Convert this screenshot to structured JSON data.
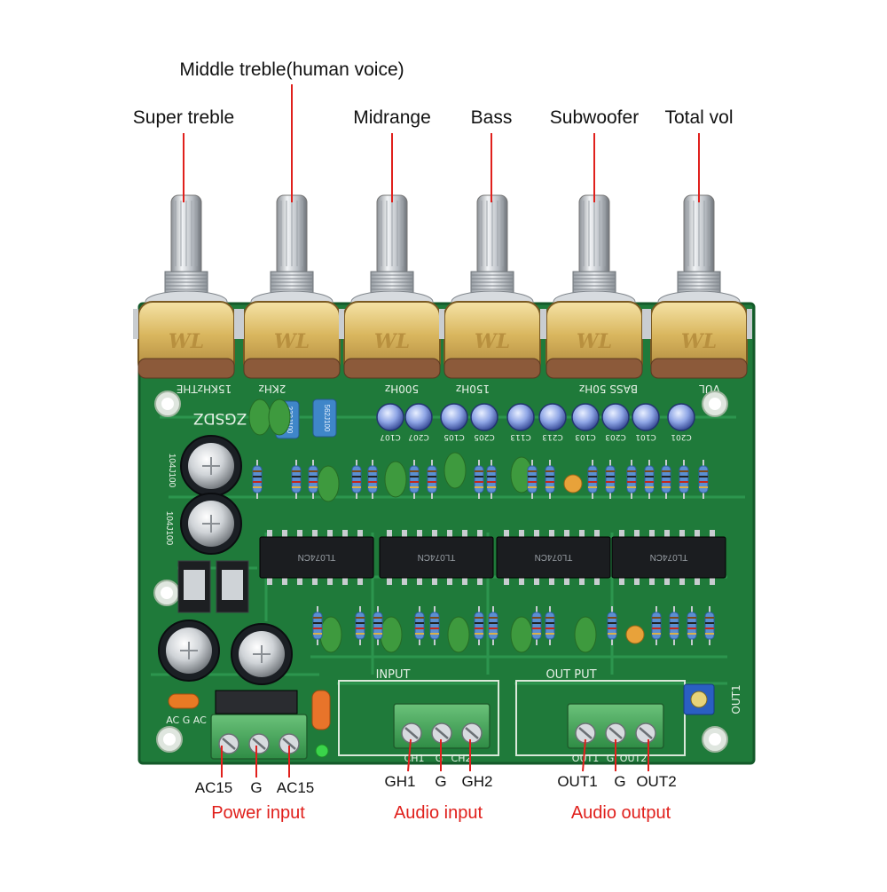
{
  "knobs": [
    {
      "label": "Super treble",
      "silk": "15KHzTHE"
    },
    {
      "label": "Middle treble(human voice)",
      "silk": "2KHz"
    },
    {
      "label": "Midrange",
      "silk": "500Hz"
    },
    {
      "label": "Bass",
      "silk": "150Hz"
    },
    {
      "label": "Subwoofer",
      "silk": "BASS 50Hz"
    },
    {
      "label": "Total vol",
      "silk": "VUL"
    }
  ],
  "pot_marking": "WL",
  "board": {
    "brand": "ZGSDZ",
    "input_header": "INPUT",
    "output_header": "OUT PUT",
    "out_port": "OUT1",
    "cap_film_1": "104J100",
    "cap_film_2": "104J100",
    "chip_text": "TL074CN",
    "pcb_caps": [
      "C107",
      "C207",
      "C105",
      "C205",
      "C113",
      "C213",
      "C103",
      "C203",
      "C101",
      "C201"
    ],
    "power_silk": "AC G AC",
    "blue_caps": [
      "222J100",
      "562J100"
    ]
  },
  "groups": [
    {
      "title": "Power input",
      "pins": [
        "AC15",
        "G",
        "AC15"
      ]
    },
    {
      "title": "Audio input",
      "pins": [
        "GH1",
        "G",
        "GH2"
      ],
      "silk": [
        "CH1",
        "G",
        "CH2"
      ]
    },
    {
      "title": "Audio output",
      "pins": [
        "OUT1",
        "G",
        "OUT2"
      ],
      "silk": [
        "OUT1",
        "G",
        "OUT2"
      ]
    }
  ],
  "colors": {
    "pcb": "#1f7a3a",
    "label_red": "#e0201c",
    "pointer": "#e0201c"
  }
}
